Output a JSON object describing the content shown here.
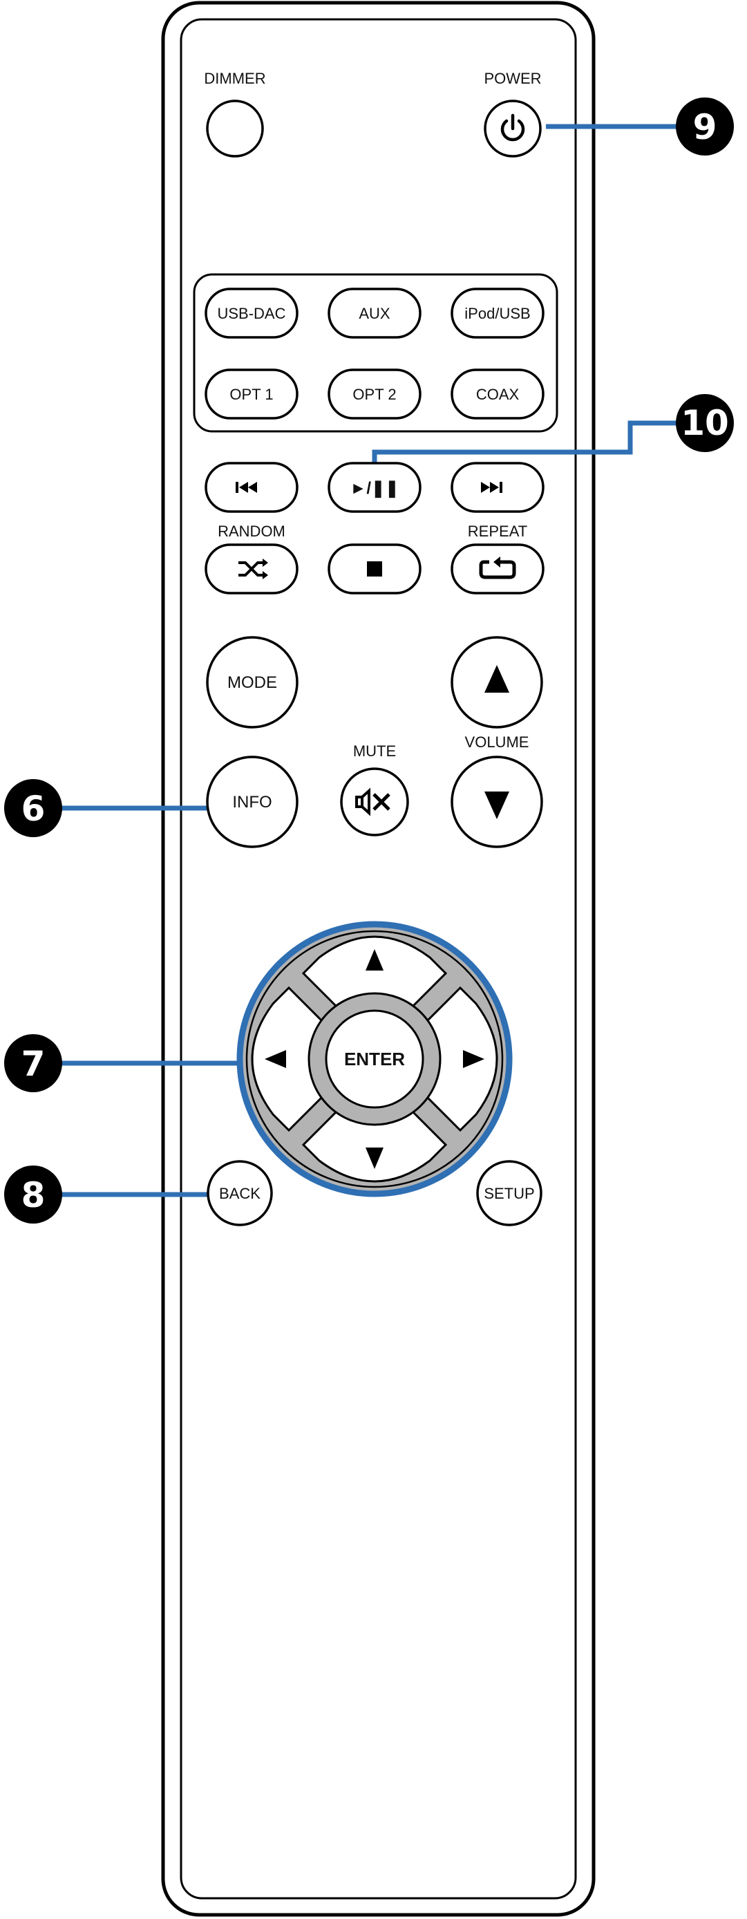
{
  "labels": {
    "dimmer": "DIMMER",
    "power": "POWER",
    "random": "RANDOM",
    "repeat": "REPEAT",
    "mute": "MUTE",
    "volume": "VOLUME"
  },
  "input_buttons": {
    "usb_dac": "USB-DAC",
    "aux": "AUX",
    "ipod_usb": "iPod/USB",
    "opt1": "OPT 1",
    "opt2": "OPT 2",
    "coax": "COAX"
  },
  "playback_buttons": {
    "play_pause": "►/❚❚"
  },
  "function_buttons": {
    "mode": "MODE",
    "info": "INFO",
    "enter": "ENTER",
    "back": "BACK",
    "setup": "SETUP"
  },
  "callouts": {
    "power": "9",
    "play_pause": "10",
    "info": "6",
    "cursor": "7",
    "back": "8"
  },
  "colors": {
    "callout_line": "#2f6fb3",
    "callout_circle": "#000000",
    "body_outline": "#000000",
    "ring_gray": "#b3b3b3"
  },
  "icons": {
    "power": "power-icon",
    "prev": "skip-previous-icon",
    "next": "skip-next-icon",
    "random": "shuffle-icon",
    "stop": "stop-icon",
    "repeat": "repeat-icon",
    "mute": "mute-icon",
    "volume_up": "triangle-up-icon",
    "volume_down": "triangle-down-icon"
  }
}
